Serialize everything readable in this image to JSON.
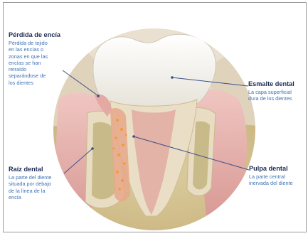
{
  "labels": {
    "perdida": {
      "title": "Pérdida de encía",
      "lines": [
        "Pérdida de tejido",
        "en las encías o",
        "zonas en que las",
        "encías se han",
        "retraído",
        "separándose de",
        "los dientes"
      ]
    },
    "esmalte": {
      "title": "Esmalte dental",
      "lines": [
        "La capa superficial",
        "dura de los dientes"
      ]
    },
    "raiz": {
      "title": "Raíz dental",
      "lines": [
        "La parte del diente",
        "situada por debajo",
        "de la línea de la",
        "encía"
      ]
    },
    "pulpa": {
      "title": "Pulpa dental",
      "lines": [
        "La parte central",
        "inervada del diente"
      ]
    }
  },
  "colors": {
    "title": "#1f2b56",
    "description": "#3f73b5",
    "leader_line": "#3a4f8a",
    "enamel": "#f2efe8",
    "gum": "#e7b3b0",
    "bone": "#d7c79a",
    "background_tooth": "#e5d8c0"
  }
}
